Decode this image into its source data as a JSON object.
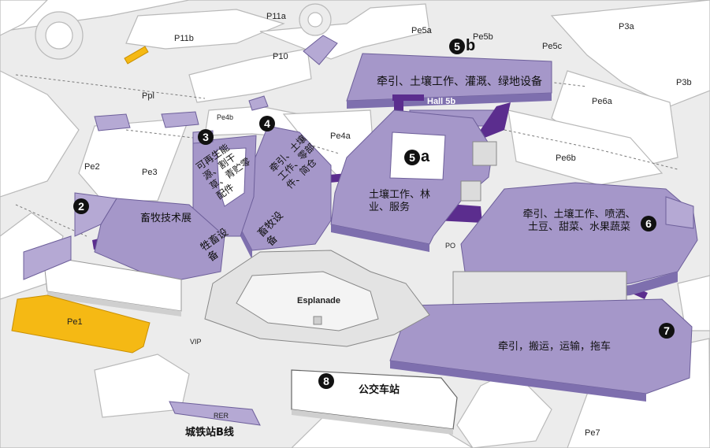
{
  "colors": {
    "background": "#ffffff",
    "road": "#ececec",
    "road_outline": "#b9b9b9",
    "hall_fill": "#a597c9",
    "hall_side": "#7e6fae",
    "connector": "#5b2d8e",
    "highlight_hall": "#f5b914",
    "grey_building": "#dcdcdc"
  },
  "zone_labels": {
    "p11a": "P11a",
    "p11b": "P11b",
    "p10": "P10",
    "pe5a": "Pe5a",
    "pe5b": "Pe5b",
    "pe5c": "Pe5c",
    "p3a": "P3a",
    "p3b": "P3b",
    "ppl": "Ppl",
    "pe4b": "Pe4b",
    "pe4a": "Pe4a",
    "pe6a": "Pe6a",
    "pe6b": "Pe6b",
    "pe2": "Pe2",
    "pe3": "Pe3",
    "po": "PO",
    "esplanade": "Esplanade",
    "vip": "VIP",
    "rer": "RER",
    "pe1": "Pe1",
    "pe7": "Pe7"
  },
  "halls": {
    "hall_5b_name": "Hall 5b",
    "hall_5b_desc": "牵引、土壤工作、灌溉、绿地设备",
    "hall_5a_desc": "土壤工作、林业、服务",
    "hall_6_desc": "牵引、土壤工作、喷洒、土豆、甜菜、水果蔬菜",
    "hall_7_desc": "牵引，搬运，运输，拖车",
    "hall_2_desc": "畜牧技术展",
    "hall_2_sub": "牲畜设备",
    "hall_3_desc": "可再生能源、割干草、青贮零配件",
    "hall_4_desc": "牵引、土壤工作、零部件、简仓",
    "hall_4_sub": "畜牧设备",
    "hall_8_desc": "公交车站",
    "rer_station": "城铁站B线"
  },
  "markers": {
    "m2": "2",
    "m3": "3",
    "m4": "4",
    "m5a_num": "5",
    "m5a_suffix": "a",
    "m5b_num": "5",
    "m5b_suffix": "b",
    "m6": "6",
    "m7": "7",
    "m8": "8"
  }
}
